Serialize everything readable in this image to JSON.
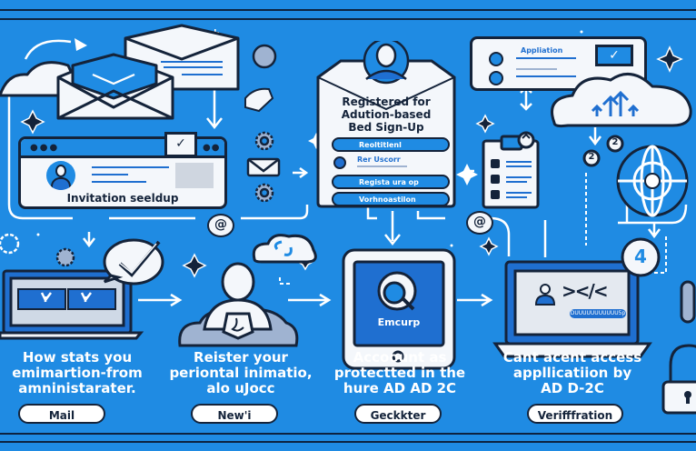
{
  "colors": {
    "background": "#1f8be3",
    "outline": "#14233a",
    "card": "#f4f7fb",
    "accent": "#1f6fd0",
    "white": "#ffffff"
  },
  "panels": {
    "invitation": {
      "label": "Invitation seeldup",
      "icons": [
        "envelope-icon",
        "open-envelope-icon",
        "browser-window-icon",
        "user-avatar-icon",
        "checkmark-icon"
      ]
    },
    "signup": {
      "title_lines": [
        "Registered for",
        "Adution-based",
        "Bed Sign-Up"
      ],
      "rows": [
        "Reoltitlenl",
        "Rer Uscorr",
        "Regista ura op",
        "Vorhnoastilon"
      ]
    },
    "application": {
      "label": "Appliation",
      "icons": [
        "cloud-upload-icon",
        "clipboard-checklist-icon",
        "globe-icon"
      ],
      "badges": [
        "2",
        "2"
      ]
    },
    "phone": {
      "label": "Emcurp"
    },
    "laptop": {
      "code_glyph": "></<",
      "link_text": "DUUUUUUUUUUU5p",
      "bubble_badge": "4"
    }
  },
  "steps": [
    {
      "caption": [
        "How stats you",
        "emimartion-from",
        "amninistarater."
      ],
      "button": "Mail"
    },
    {
      "caption": [
        "Reister your",
        "periontal inimatio,",
        "alo uJocc"
      ],
      "button": "New'i"
    },
    {
      "caption": [
        "Accoount as",
        "protectted in the",
        "hure AD AD 2C"
      ],
      "button": "Geckkter"
    },
    {
      "caption": [
        "Cant acent access",
        "appllicatiion by",
        "AD D-2C"
      ],
      "button": "Verifffration"
    }
  ],
  "at_symbol": "@"
}
